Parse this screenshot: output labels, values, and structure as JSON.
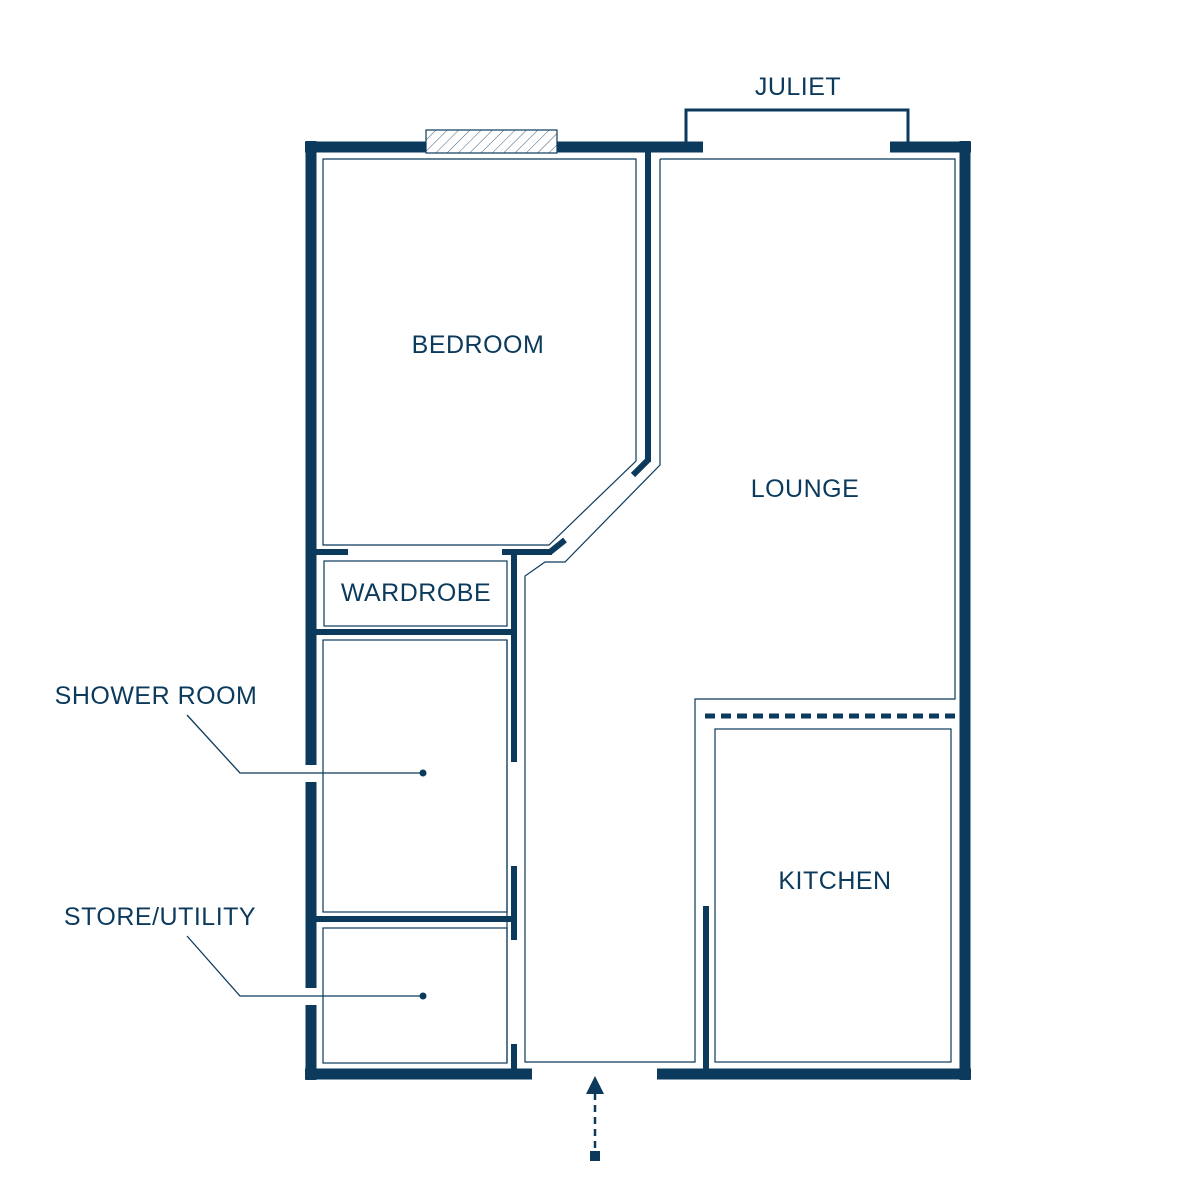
{
  "plan": {
    "colors": {
      "wall": "#0b3a5c",
      "background": "#ffffff"
    },
    "rooms": {
      "bedroom": "BEDROOM",
      "lounge": "LOUNGE",
      "wardrobe": "WARDROBE",
      "kitchen": "KITCHEN"
    },
    "callouts": {
      "shower_room": "SHOWER ROOM",
      "store_utility": "STORE/UTILITY"
    },
    "balcony_label": "JULIET",
    "icons": {
      "window": "hatched-window-icon",
      "entrance": "entrance-arrow-icon"
    }
  }
}
